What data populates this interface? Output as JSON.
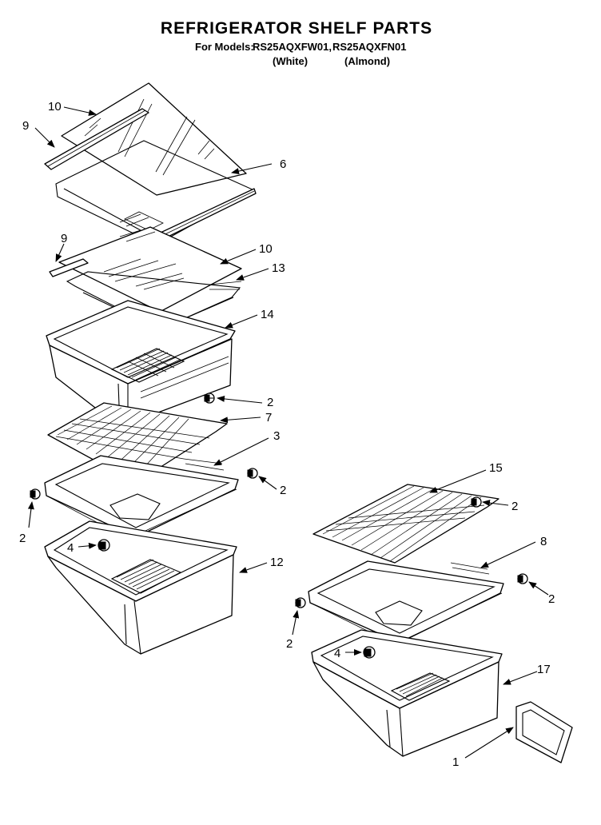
{
  "title": "REFRIGERATOR SHELF PARTS",
  "subtitle_prefix": "For Models:",
  "models": [
    "RS25AQXFW01,",
    "RS25AQXFN01"
  ],
  "model_colors": [
    "(White)",
    "(Almond)"
  ],
  "callouts": {
    "c10a": "10",
    "c9a": "9",
    "c6": "6",
    "c9b": "9",
    "c10b": "10",
    "c13": "13",
    "c14": "14",
    "c2a": "2",
    "c7": "7",
    "c3": "3",
    "c2b": "2",
    "c2c": "2",
    "c4a": "4",
    "c12": "12",
    "c15": "15",
    "c2d": "2",
    "c8": "8",
    "c2e": "2",
    "c2f": "2",
    "c4b": "4",
    "c17": "17",
    "c1": "1"
  }
}
